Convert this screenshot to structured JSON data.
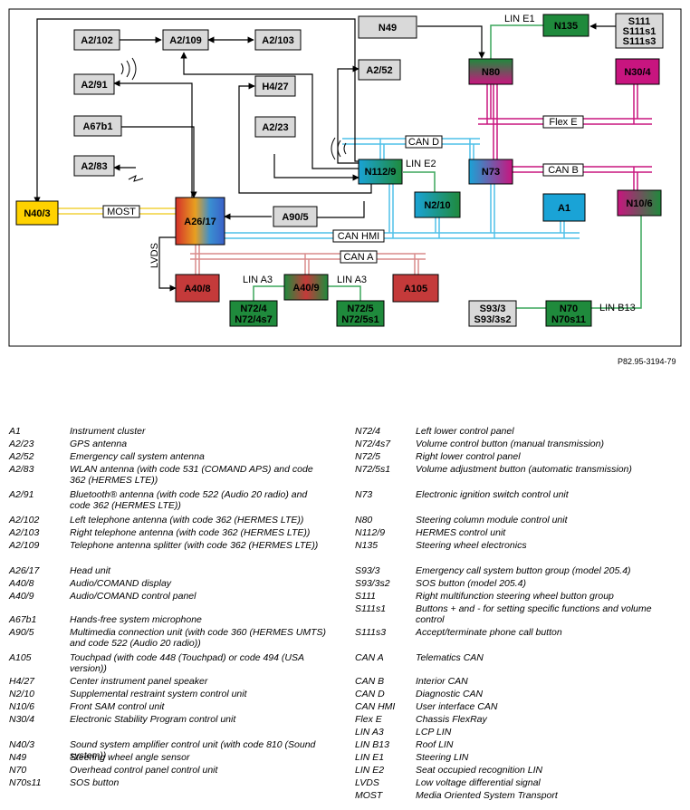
{
  "figure_ref": "P82.95-3194-79",
  "buses": {
    "can_a": "CAN A",
    "can_b": "CAN B",
    "can_d": "CAN D",
    "can_hmi": "CAN HMI",
    "flex_e": "Flex E",
    "lin_e1": "LIN E1",
    "lin_e2": "LIN E2",
    "lin_a3": "LIN A3",
    "lin_b13": "LIN B13",
    "most": "MOST",
    "lvds": "LVDS"
  },
  "nodes": {
    "a2_102": "A2/102",
    "a2_109": "A2/109",
    "a2_103": "A2/103",
    "a2_91": "A2/91",
    "a67b1": "A67b1",
    "a2_83": "A2/83",
    "n40_3": "N40/3",
    "a26_17": "A26/17",
    "a90_5": "A90/5",
    "h4_27": "H4/27",
    "a2_23": "A2/23",
    "a2_52": "A2/52",
    "n49": "N49",
    "n135": "N135",
    "s111": "S111",
    "s111s1": "S111s1",
    "s111s3": "S111s3",
    "n80": "N80",
    "n30_4": "N30/4",
    "n112_9": "N112/9",
    "n73": "N73",
    "n2_10": "N2/10",
    "a1": "A1",
    "n10_6": "N10/6",
    "a40_8": "A40/8",
    "a40_9": "A40/9",
    "a105": "A105",
    "n72_4": "N72/4",
    "n72_4s7": "N72/4s7",
    "n72_5": "N72/5",
    "n72_5s1": "N72/5s1",
    "s93_3": "S93/3",
    "s93_3s2": "S93/3s2",
    "n70": "N70",
    "n70s11": "N70s11"
  },
  "colors": {
    "gray": "#d9d9d9",
    "green": "#1f8a3c",
    "magenta": "#c8157f",
    "cyan": "#1aa3d6",
    "red": "#c43a3a",
    "yellow": "#ffd200",
    "can_red": "#d98a8a",
    "can_cyan": "#4fc0e8",
    "lin_green": "#3aa55a",
    "most_yellow": "#f2d23c"
  },
  "legend": [
    {
      "code": "A1",
      "desc": "Instrument cluster"
    },
    {
      "code": "A2/23",
      "desc": "GPS antenna"
    },
    {
      "code": "A2/52",
      "desc": "Emergency call system antenna"
    },
    {
      "code": "A2/83",
      "desc": "WLAN antenna (with code 531 (COMAND APS) and code 362 (HERMES LTE))"
    },
    {
      "code": "A2/91",
      "desc": "Bluetooth® antenna (with code 522 (Audio 20 radio) and code 362 (HERMES LTE))"
    },
    {
      "code": "A2/102",
      "desc": "Left telephone antenna (with code 362 (HERMES LTE))"
    },
    {
      "code": "A2/103",
      "desc": "Right telephone antenna (with code 362 (HERMES LTE))"
    },
    {
      "code": "A2/109",
      "desc": "Telephone antenna splitter (with code 362 (HERMES LTE))"
    },
    {
      "code": "A26/17",
      "desc": "Head unit"
    },
    {
      "code": "A40/8",
      "desc": "Audio/COMAND display"
    },
    {
      "code": "A40/9",
      "desc": "Audio/COMAND control panel"
    },
    {
      "code": "A67b1",
      "desc": "Hands-free system microphone"
    },
    {
      "code": "A90/5",
      "desc": "Multimedia connection unit (with code 360 (HERMES UMTS) and code 522 (Audio 20 radio))"
    },
    {
      "code": "A105",
      "desc": "Touchpad (with code 448 (Touchpad) or code 494 (USA version))"
    },
    {
      "code": "H4/27",
      "desc": "Center instrument panel speaker"
    },
    {
      "code": "N2/10",
      "desc": "Supplemental restraint system control unit"
    },
    {
      "code": "N10/6",
      "desc": "Front SAM control unit"
    },
    {
      "code": "N30/4",
      "desc": "Electronic Stability Program control unit"
    },
    {
      "code": "N40/3",
      "desc": "Sound system amplifier control unit (with code 810 (Sound system))"
    },
    {
      "code": "N49",
      "desc": "Steering wheel angle sensor"
    },
    {
      "code": "N70",
      "desc": "Overhead control panel control unit"
    },
    {
      "code": "N70s11",
      "desc": "SOS button"
    },
    {
      "code": "N72/4",
      "desc": "Left lower control panel"
    },
    {
      "code": "N72/4s7",
      "desc": "Volume control button (manual transmission)"
    },
    {
      "code": "N72/5",
      "desc": "Right lower control panel"
    },
    {
      "code": "N72/5s1",
      "desc": "Volume adjustment button (automatic transmission)"
    },
    {
      "code": "N73",
      "desc": "Electronic ignition switch control unit"
    },
    {
      "code": "N80",
      "desc": "Steering column module control unit"
    },
    {
      "code": "N112/9",
      "desc": "HERMES control unit"
    },
    {
      "code": "N135",
      "desc": "Steering wheel electronics"
    },
    {
      "code": "S93/3",
      "desc": "Emergency call system button group (model 205.4)"
    },
    {
      "code": "S93/3s2",
      "desc": "SOS button (model 205.4)"
    },
    {
      "code": "S111",
      "desc": "Right multifunction steering wheel button group"
    },
    {
      "code": "S111s1",
      "desc": "Buttons + and - for setting specific functions and volume control"
    },
    {
      "code": "S111s3",
      "desc": "Accept/terminate phone call button"
    },
    {
      "code": "CAN A",
      "desc": "Telematics CAN"
    },
    {
      "code": "CAN B",
      "desc": "Interior CAN"
    },
    {
      "code": "CAN D",
      "desc": "Diagnostic CAN"
    },
    {
      "code": "CAN HMI",
      "desc": "User interface CAN"
    },
    {
      "code": "Flex E",
      "desc": "Chassis FlexRay"
    },
    {
      "code": "LIN A3",
      "desc": "LCP LIN"
    },
    {
      "code": "LIN B13",
      "desc": "Roof LIN"
    },
    {
      "code": "LIN E1",
      "desc": "Steering LIN"
    },
    {
      "code": "LIN E2",
      "desc": "Seat occupied recognition LIN"
    },
    {
      "code": "LVDS",
      "desc": "Low voltage differential signal"
    },
    {
      "code": "MOST",
      "desc": "Media Oriented System Transport"
    }
  ]
}
